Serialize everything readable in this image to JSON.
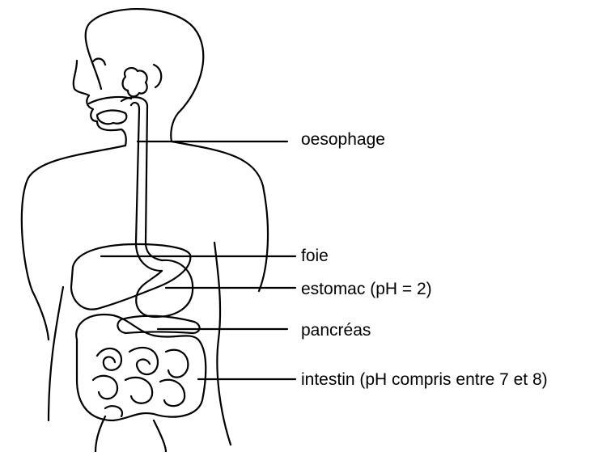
{
  "labels": {
    "oesophage": "oesophage",
    "foie": "foie",
    "estomac": "estomac (pH = 2)",
    "pancreas": "pancréas",
    "intestin": "intestin (pH compris entre 7 et 8)"
  },
  "colors": {
    "stroke": "#000000",
    "background": "#ffffff"
  }
}
